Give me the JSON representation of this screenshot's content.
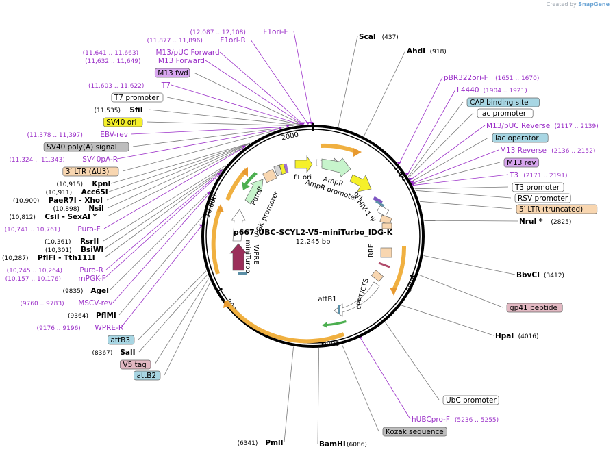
{
  "watermark": {
    "prefix": "Created by",
    "brand": "SnapGene"
  },
  "plasmid": {
    "name": "p667_UBC-SCYL2-V5-miniTurbo_IDG-K",
    "size": "12,245 bp"
  },
  "ruler_ticks": [
    "2000",
    "4000",
    "6000",
    "8000",
    "10,000"
  ],
  "inner_labels": [
    {
      "id": "f1-ori",
      "text": "f1 ori"
    },
    {
      "id": "ampr",
      "text": "AmpR"
    },
    {
      "id": "ampr-promoter",
      "text": "AmpR promoter"
    },
    {
      "id": "ori",
      "text": "ori"
    },
    {
      "id": "hiv1",
      "text": "HIV-1 Ψ"
    },
    {
      "id": "rre",
      "text": "RRE"
    },
    {
      "id": "cppt",
      "text": "cPPT/CTS"
    },
    {
      "id": "attb1",
      "text": "attB1"
    },
    {
      "id": "wpre",
      "text": "WPRE"
    },
    {
      "id": "miniturbo",
      "text": "miniTurbo"
    },
    {
      "id": "puror",
      "text": "PuroR"
    },
    {
      "id": "pgk",
      "text": "PGK promoter"
    }
  ],
  "labels": [
    {
      "id": "f1ori-f",
      "name": "F1ori-F",
      "range": "(12,087 .. 12,108)",
      "style": "primer"
    },
    {
      "id": "f1ori-r",
      "name": "F1ori-R",
      "range": "(11,877 .. 11,896)",
      "style": "primer"
    },
    {
      "id": "m13puc-fwd",
      "name": "M13/pUC Forward",
      "range": "(11,641 .. 11,663)",
      "style": "primer"
    },
    {
      "id": "m13-forward",
      "name": "M13 Forward",
      "range": "(11,632 .. 11,649)",
      "style": "primer"
    },
    {
      "id": "m13-fwd-box",
      "name": "M13 fwd",
      "range": "",
      "style": "box",
      "fill": "#d8a6ef"
    },
    {
      "id": "t7",
      "name": "T7",
      "range": "(11,603 .. 11,622)",
      "style": "primer"
    },
    {
      "id": "t7-promoter",
      "name": "T7 promoter",
      "range": "",
      "style": "box",
      "fill": "#ffffff"
    },
    {
      "id": "sfii",
      "name": "SfiI",
      "range": "(11,535)",
      "style": "enzyme"
    },
    {
      "id": "sv40-ori",
      "name": "SV40 ori",
      "range": "",
      "style": "box",
      "fill": "#f5f02a"
    },
    {
      "id": "ebv-rev",
      "name": "EBV-rev",
      "range": "(11,378 .. 11,397)",
      "style": "primer"
    },
    {
      "id": "sv40-polya",
      "name": "SV40 poly(A) signal",
      "range": "",
      "style": "box",
      "fill": "#bdbdbd"
    },
    {
      "id": "sv40pa-r",
      "name": "SV40pA-R",
      "range": "(11,324 .. 11,343)",
      "style": "primer"
    },
    {
      "id": "ltr3",
      "name": "3′ LTR (ΔU3)",
      "range": "",
      "style": "box",
      "fill": "#f8d6b0"
    },
    {
      "id": "kpni",
      "name": "KpnI",
      "range": "(10,915)",
      "style": "enzyme"
    },
    {
      "id": "acc65i",
      "name": "Acc65I",
      "range": "(10,911)",
      "style": "enzyme"
    },
    {
      "id": "paer7i",
      "name": "PaeR7I - XhoI",
      "range": "(10,900)",
      "style": "enzyme"
    },
    {
      "id": "nsii",
      "name": "NsiI",
      "range": "(10,898)",
      "style": "enzyme"
    },
    {
      "id": "csii",
      "name": "CsiI - SexAI *",
      "range": "(10,812)",
      "style": "enzyme"
    },
    {
      "id": "puro-f",
      "name": "Puro-F",
      "range": "(10,741 .. 10,761)",
      "style": "primer"
    },
    {
      "id": "rsrii",
      "name": "RsrII",
      "range": "(10,361)",
      "style": "enzyme"
    },
    {
      "id": "bsiwi",
      "name": "BsiWI",
      "range": "(10,301)",
      "style": "enzyme"
    },
    {
      "id": "pflfi",
      "name": "PflFI - Tth111I",
      "range": "(10,287)",
      "style": "enzyme"
    },
    {
      "id": "puro-r",
      "name": "Puro-R",
      "range": "(10,245 .. 10,264)",
      "style": "primer"
    },
    {
      "id": "mpgk-f",
      "name": "mPGK-F",
      "range": "(10,157 .. 10,176)",
      "style": "primer"
    },
    {
      "id": "agei",
      "name": "AgeI",
      "range": "(9835)",
      "style": "enzyme"
    },
    {
      "id": "mscv-rev",
      "name": "MSCV-rev",
      "range": "(9760 .. 9783)",
      "style": "primer"
    },
    {
      "id": "pflmi",
      "name": "PflMI",
      "range": "(9364)",
      "style": "enzyme"
    },
    {
      "id": "wpre-r",
      "name": "WPRE-R",
      "range": "(9176 .. 9196)",
      "style": "primer"
    },
    {
      "id": "attb3",
      "name": "attB3",
      "range": "",
      "style": "box",
      "fill": "#a8d6e3"
    },
    {
      "id": "sali",
      "name": "SalI",
      "range": "(8367)",
      "style": "enzyme"
    },
    {
      "id": "v5-tag",
      "name": "V5 tag",
      "range": "",
      "style": "box",
      "fill": "#e2b8c2"
    },
    {
      "id": "attb2",
      "name": "attB2",
      "range": "",
      "style": "box",
      "fill": "#a8d6e3"
    },
    {
      "id": "scai",
      "name": "ScaI",
      "range": "(437)",
      "style": "enzyme"
    },
    {
      "id": "ahdi",
      "name": "AhdI",
      "range": "(918)",
      "style": "enzyme"
    },
    {
      "id": "pbr322ori-f",
      "name": "pBR322ori-F",
      "range": "(1651 .. 1670)",
      "style": "primer"
    },
    {
      "id": "l4440",
      "name": "L4440",
      "range": "(1904 .. 1921)",
      "style": "primer"
    },
    {
      "id": "cap-binding",
      "name": "CAP binding site",
      "range": "",
      "style": "box",
      "fill": "#a8d6e3"
    },
    {
      "id": "lac-promoter",
      "name": "lac promoter",
      "range": "",
      "style": "box",
      "fill": "#ffffff"
    },
    {
      "id": "m13puc-rev",
      "name": "M13/pUC Reverse",
      "range": "(2117 .. 2139)",
      "style": "primer"
    },
    {
      "id": "lac-operator",
      "name": "lac operator",
      "range": "",
      "style": "box",
      "fill": "#a8d6e3"
    },
    {
      "id": "m13-reverse",
      "name": "M13 Reverse",
      "range": "(2136 .. 2152)",
      "style": "primer"
    },
    {
      "id": "m13-rev-box",
      "name": "M13 rev",
      "range": "",
      "style": "box",
      "fill": "#d8a6ef"
    },
    {
      "id": "t3",
      "name": "T3",
      "range": "(2171 .. 2191)",
      "style": "primer"
    },
    {
      "id": "t3-promoter",
      "name": "T3 promoter",
      "range": "",
      "style": "box",
      "fill": "#ffffff"
    },
    {
      "id": "rsv-promoter",
      "name": "RSV promoter",
      "range": "",
      "style": "box",
      "fill": "#ffffff"
    },
    {
      "id": "ltr5",
      "name": "5′ LTR (truncated)",
      "range": "",
      "style": "box",
      "fill": "#f8d6b0"
    },
    {
      "id": "nrui",
      "name": "NruI *",
      "range": "(2825)",
      "style": "enzyme"
    },
    {
      "id": "bbvci",
      "name": "BbvCI",
      "range": "(3412)",
      "style": "enzyme"
    },
    {
      "id": "gp41",
      "name": "gp41 peptide",
      "range": "",
      "style": "box",
      "fill": "#e2b8c2"
    },
    {
      "id": "hpai",
      "name": "HpaI",
      "range": "(4016)",
      "style": "enzyme"
    },
    {
      "id": "ubc-promoter",
      "name": "UbC promoter",
      "range": "",
      "style": "box",
      "fill": "#ffffff"
    },
    {
      "id": "hubcpro-f",
      "name": "hUBCpro-F",
      "range": "(5236 .. 5255)",
      "style": "primer"
    },
    {
      "id": "kozak",
      "name": "Kozak sequence",
      "range": "",
      "style": "box",
      "fill": "#bdbdbd"
    },
    {
      "id": "pmli",
      "name": "PmlI",
      "range": "(6341)",
      "style": "enzyme"
    },
    {
      "id": "bamhi",
      "name": "BamHI",
      "range": "(6086)",
      "style": "enzyme"
    }
  ]
}
